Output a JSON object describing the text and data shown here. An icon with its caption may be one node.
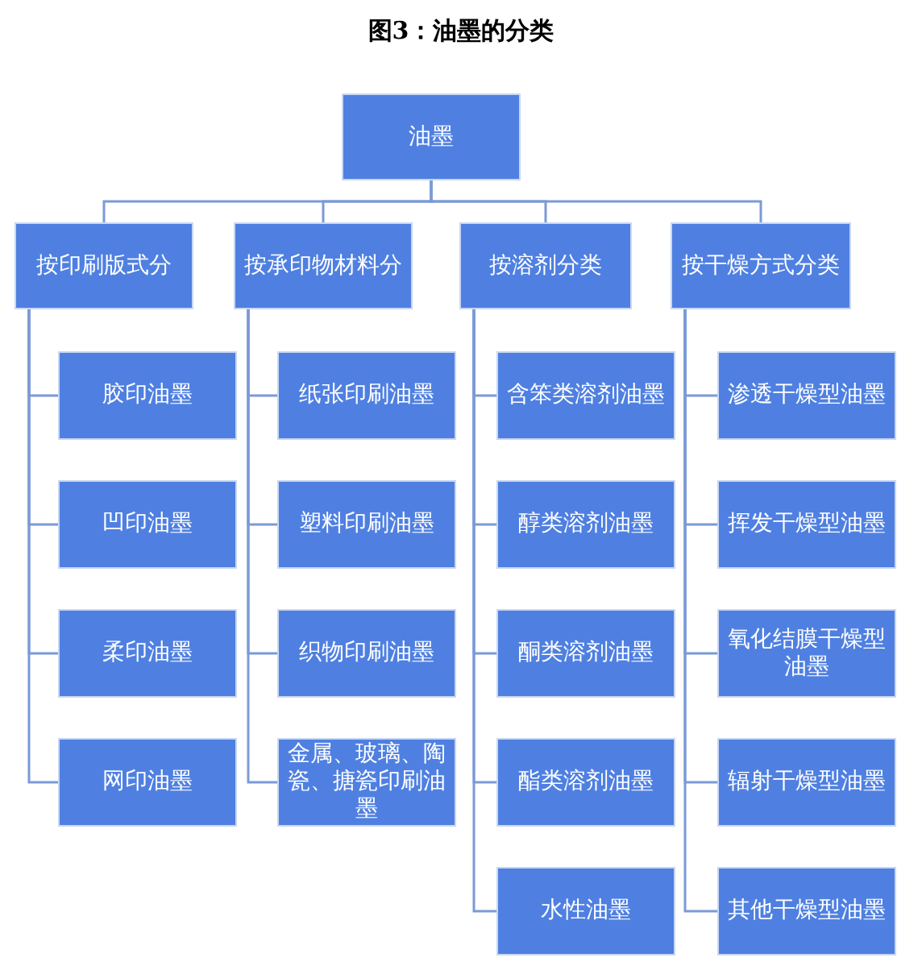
{
  "diagram": {
    "title": "图3：油墨的分类",
    "nodes": [
      {
        "text": [
          "油墨"
        ]
      },
      {
        "text": [
          "按印刷版式分"
        ]
      },
      {
        "text": [
          "按承印物材料分"
        ]
      },
      {
        "text": [
          "按溶剂分类"
        ]
      },
      {
        "text": [
          "按干燥方式分类"
        ]
      },
      {
        "text": [
          "胶印油墨"
        ]
      },
      {
        "text": [
          "凹印油墨"
        ]
      },
      {
        "text": [
          "柔印油墨"
        ]
      },
      {
        "text": [
          "网印油墨"
        ]
      },
      {
        "text": [
          "纸张印刷油墨"
        ]
      },
      {
        "text": [
          "塑料印刷油墨"
        ]
      },
      {
        "text": [
          "织物印刷油墨"
        ]
      },
      {
        "text": [
          "金属、玻璃、陶瓷、搪瓷印刷油墨"
        ]
      },
      {
        "text": [
          "含笨类溶剂油墨"
        ]
      },
      {
        "text": [
          "醇类溶剂油墨"
        ]
      },
      {
        "text": [
          "酮类溶剂油墨"
        ]
      },
      {
        "text": [
          "酯类溶剂油墨"
        ]
      },
      {
        "text": [
          "水性油墨"
        ]
      },
      {
        "text": [
          "渗透干燥型油墨"
        ]
      },
      {
        "text": [
          "挥发干燥型油墨"
        ]
      },
      {
        "text": [
          "氧化结膜干燥型油墨"
        ]
      },
      {
        "text": [
          "辐射干燥型油墨"
        ]
      },
      {
        "text": [
          "其他干燥型油墨"
        ]
      }
    ],
    "edges": [
      {
        "from": 0,
        "to": 1,
        "arrow": "none"
      },
      {
        "from": 0,
        "to": 2,
        "arrow": "none"
      },
      {
        "from": 0,
        "to": 3,
        "arrow": "none"
      },
      {
        "from": 0,
        "to": 4,
        "arrow": "none"
      },
      {
        "from": 1,
        "to": 5,
        "arrow": "none"
      },
      {
        "from": 1,
        "to": 6,
        "arrow": "none"
      },
      {
        "from": 1,
        "to": 7,
        "arrow": "none"
      },
      {
        "from": 1,
        "to": 8,
        "arrow": "none"
      },
      {
        "from": 2,
        "to": 9,
        "arrow": "none"
      },
      {
        "from": 2,
        "to": 10,
        "arrow": "none"
      },
      {
        "from": 2,
        "to": 11,
        "arrow": "none"
      },
      {
        "from": 2,
        "to": 12,
        "arrow": "none"
      },
      {
        "from": 3,
        "to": 13,
        "arrow": "none"
      },
      {
        "from": 3,
        "to": 14,
        "arrow": "none"
      },
      {
        "from": 3,
        "to": 15,
        "arrow": "none"
      },
      {
        "from": 3,
        "to": 16,
        "arrow": "none"
      },
      {
        "from": 3,
        "to": 17,
        "arrow": "none"
      },
      {
        "from": 4,
        "to": 18,
        "arrow": "none"
      },
      {
        "from": 4,
        "to": 19,
        "arrow": "none"
      },
      {
        "from": 4,
        "to": 20,
        "arrow": "none"
      },
      {
        "from": 4,
        "to": 21,
        "arrow": "none"
      },
      {
        "from": 4,
        "to": 22,
        "arrow": "none"
      }
    ]
  }
}
